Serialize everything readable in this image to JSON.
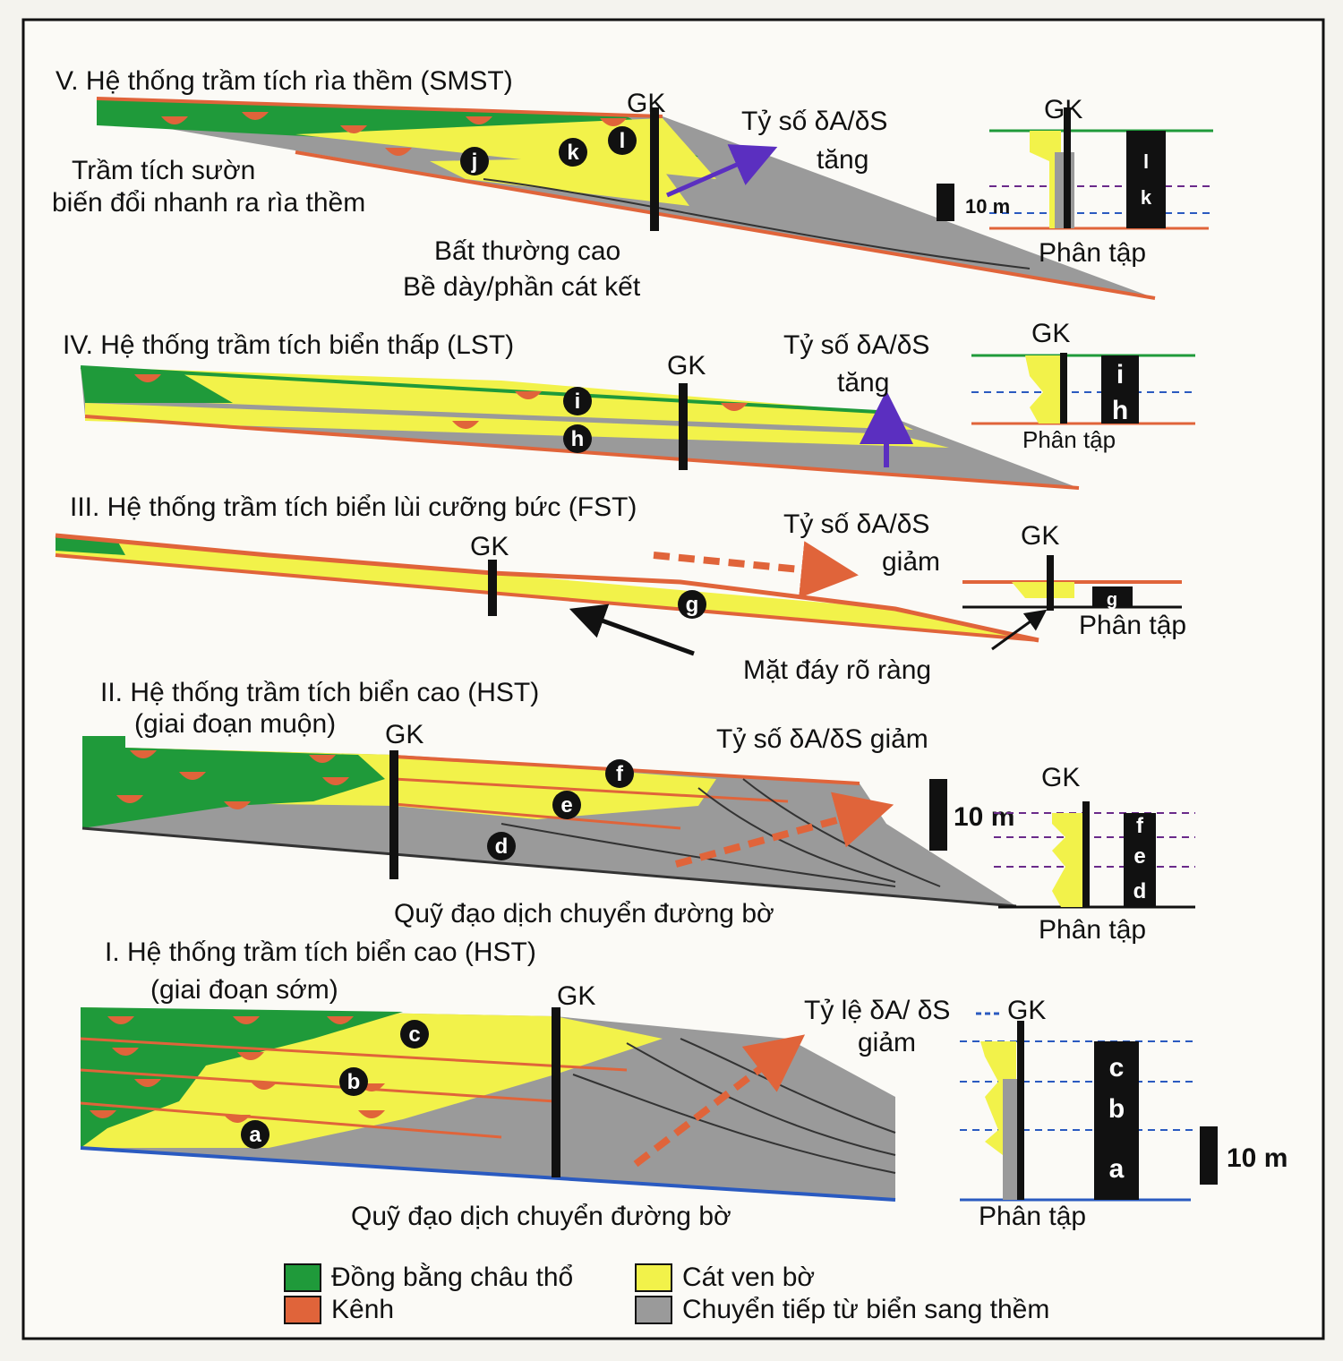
{
  "panels": {
    "V": {
      "title": "V. Hệ thống trầm tích rìa thềm (SMST)",
      "gk": "GK",
      "note1": "Trầm tích sườn",
      "note2": "biến đổi nhanh ra rìa thềm",
      "ratio1": "Tỷ số δA/δS",
      "ratio2": "tăng",
      "anomaly1": "Bất thường cao",
      "anomaly2": "Bề dày/phần cát kết",
      "scale": "10 m",
      "log_gk": "GK",
      "log_label": "Phân tập",
      "markers": [
        "j",
        "k",
        "l"
      ],
      "column_letters": [
        "l",
        "k"
      ]
    },
    "IV": {
      "title": "IV. Hệ thống trầm tích biển thấp (LST)",
      "gk": "GK",
      "ratio1": "Tỷ số δA/δS",
      "ratio2": "tăng",
      "log_gk": "GK",
      "log_label": "Phân tập",
      "markers": [
        "i",
        "h"
      ],
      "column_letters": [
        "i",
        "h"
      ]
    },
    "III": {
      "title": "III. Hệ thống trầm tích biển lùi cưỡng bức (FST)",
      "gk": "GK",
      "ratio1": "Tỷ số δA/δS",
      "ratio2": "giảm",
      "surface": "Mặt đáy rõ ràng",
      "log_gk": "GK",
      "log_label": "Phân tập",
      "markers": [
        "g"
      ],
      "column_letters": [
        "g"
      ]
    },
    "II": {
      "title": "II. Hệ thống trầm tích biển cao (HST)",
      "subtitle": "(giai đoạn muộn)",
      "gk": "GK",
      "ratio": "Tỷ số δA/δS giảm",
      "scale": "10 m",
      "trajectory": "Quỹ đạo dịch chuyển đường bờ",
      "log_gk": "GK",
      "log_label": "Phân tập",
      "markers": [
        "f",
        "e",
        "d"
      ],
      "column_letters": [
        "f",
        "e",
        "d"
      ]
    },
    "I": {
      "title": "I. Hệ thống trầm tích biển cao (HST)",
      "subtitle": "(giai đoạn sớm)",
      "gk": "GK",
      "ratio1": "Tỷ lệ δA/ δS",
      "ratio2": "giảm",
      "scale": "10 m",
      "trajectory": "Quỹ đạo dịch chuyển đường bờ",
      "log_gk": "GK",
      "log_label": "Phân tập",
      "markers": [
        "c",
        "b",
        "a"
      ],
      "column_letters": [
        "c",
        "b",
        "a"
      ]
    }
  },
  "legend": {
    "delta": "Đồng bằng châu thổ",
    "channel": "Kênh",
    "shore": "Cát ven bờ",
    "transition": "Chuyển tiếp từ biển sang thềm"
  },
  "colors": {
    "delta": "#1f9a3a",
    "shore": "#f2f24a",
    "channel": "#e0643a",
    "transition": "#9a9a9a",
    "arrow_purple": "#5b2fc0",
    "arrow_red": "#e0643a"
  }
}
